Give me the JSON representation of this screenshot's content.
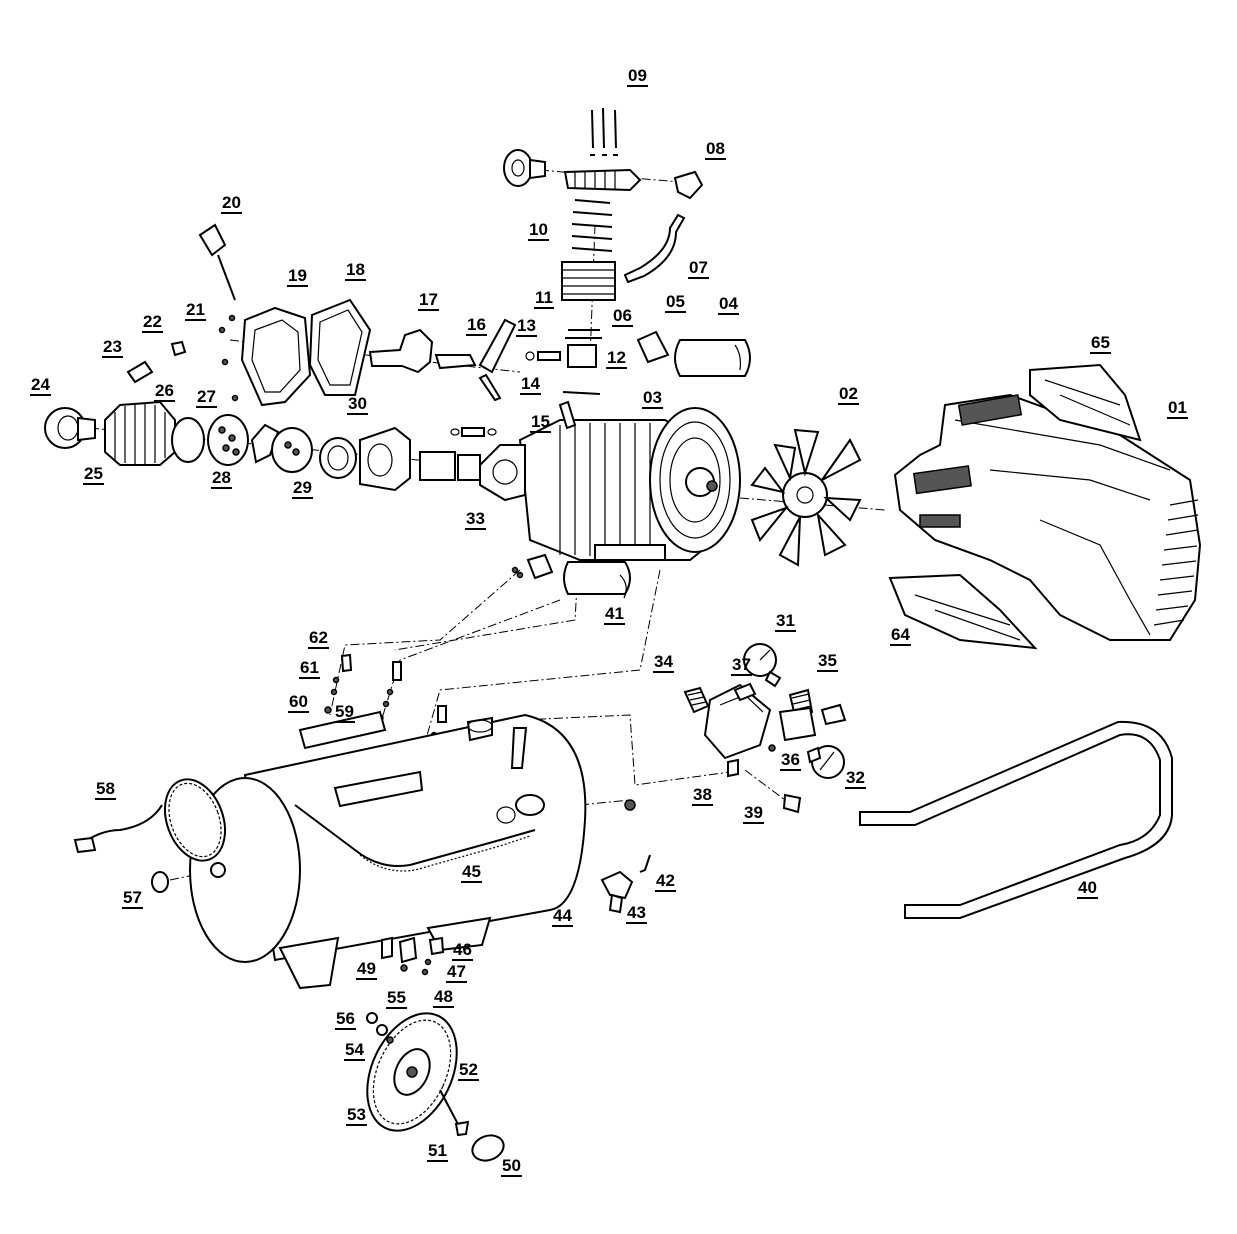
{
  "diagram": {
    "part_numbers": [
      "01",
      "02",
      "03",
      "04",
      "05",
      "06",
      "07",
      "08",
      "09",
      "10",
      "11",
      "12",
      "13",
      "14",
      "15",
      "16",
      "17",
      "18",
      "19",
      "20",
      "21",
      "22",
      "23",
      "24",
      "25",
      "26",
      "27",
      "28",
      "29",
      "30",
      "31",
      "32",
      "33",
      "34",
      "35",
      "36",
      "37",
      "38",
      "39",
      "40",
      "41",
      "42",
      "43",
      "44",
      "45",
      "46",
      "47",
      "48",
      "49",
      "50",
      "51",
      "52",
      "53",
      "54",
      "55",
      "56",
      "57",
      "58",
      "59",
      "60",
      "61",
      "62",
      "64",
      "65"
    ]
  }
}
